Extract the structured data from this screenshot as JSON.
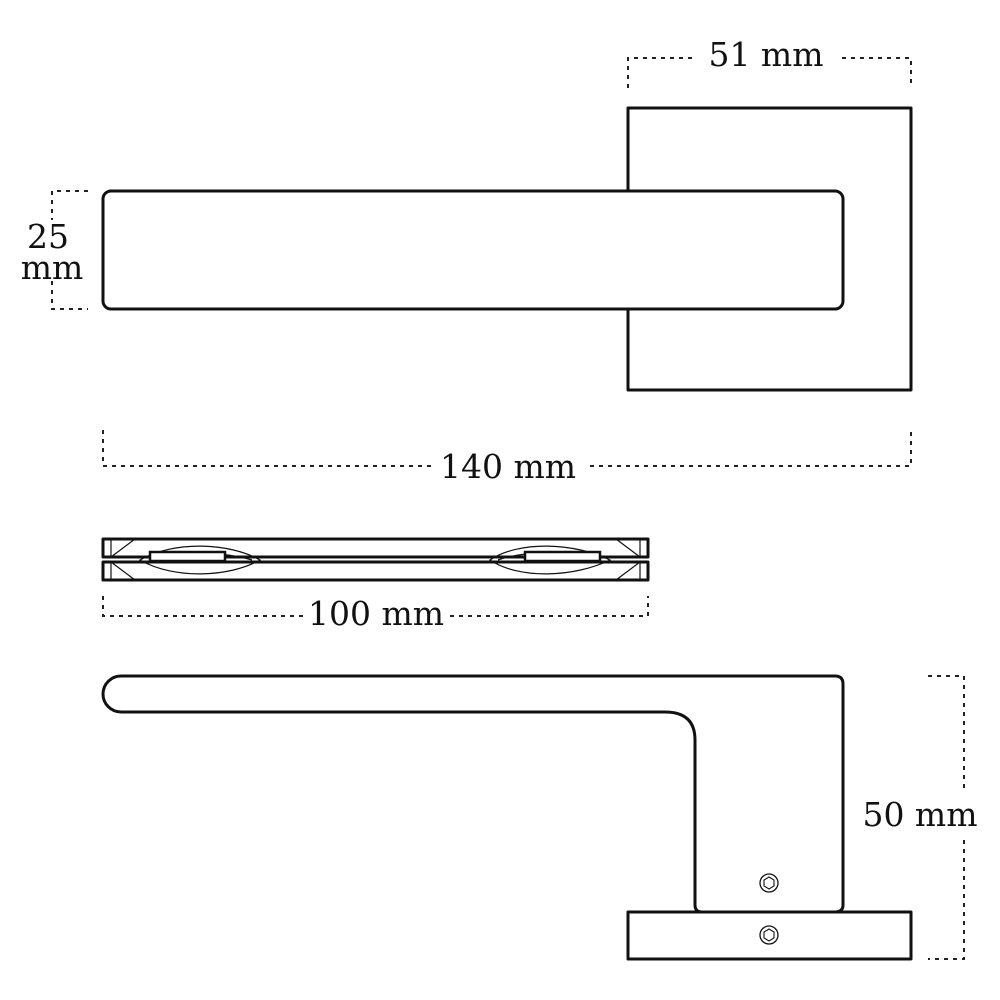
{
  "dimensions": {
    "rose_width": "51 mm",
    "lever_height_value": "25",
    "lever_height_unit": "mm",
    "overall_length": "140 mm",
    "profile_length": "100 mm",
    "projection": "50 mm"
  },
  "icons": {
    "grub_screw": "hex-socket-screw-icon"
  }
}
